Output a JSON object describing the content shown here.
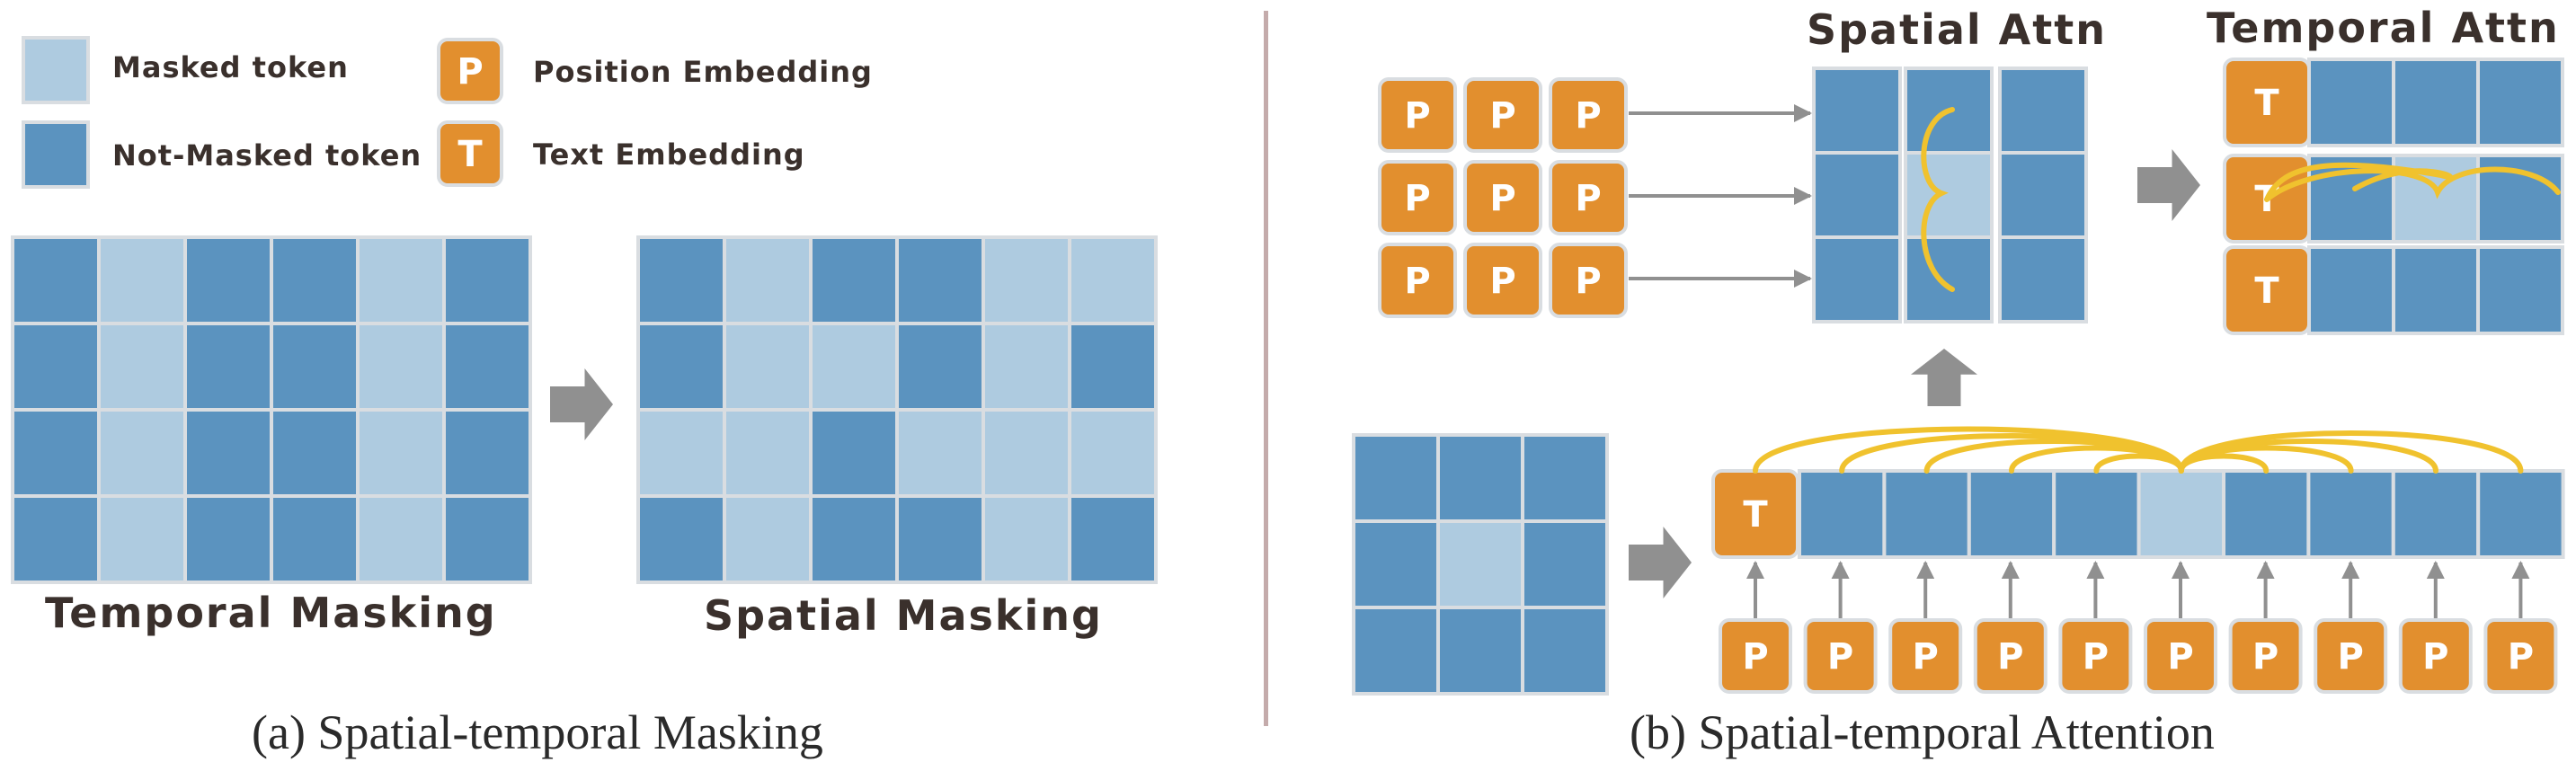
{
  "colors": {
    "masked": "#aecbe0",
    "not_masked": "#5b93bf",
    "embedding": "#e28f2e",
    "attention_arc": "#f0c22e",
    "arrow": "#909090",
    "divider": "#c4abab"
  },
  "legend": {
    "masked_token": "Masked token",
    "not_masked_token": "Not-Masked token",
    "position_embedding": "Position Embedding",
    "text_embedding": "Text Embedding",
    "position_symbol": "P",
    "text_symbol": "T"
  },
  "panel_a": {
    "temporal_masking_title": "Temporal Masking",
    "spatial_masking_title": "Spatial Masking",
    "temporal_grid": [
      [
        0,
        1,
        0,
        0,
        1,
        0
      ],
      [
        0,
        1,
        0,
        0,
        1,
        0
      ],
      [
        0,
        1,
        0,
        0,
        1,
        0
      ],
      [
        0,
        1,
        0,
        0,
        1,
        0
      ]
    ],
    "spatial_grid": [
      [
        0,
        1,
        0,
        0,
        1,
        1
      ],
      [
        0,
        1,
        1,
        0,
        1,
        0
      ],
      [
        1,
        1,
        0,
        1,
        1,
        1
      ],
      [
        0,
        1,
        0,
        0,
        1,
        0
      ]
    ],
    "caption": "(a) Spatial-temporal Masking"
  },
  "panel_b": {
    "spatial_attn_title": "Spatial Attn",
    "temporal_attn_title": "Temporal Attn",
    "input_grid": [
      [
        0,
        0,
        0
      ],
      [
        0,
        1,
        0
      ],
      [
        0,
        0,
        0
      ]
    ],
    "sequence": [
      0,
      0,
      0,
      0,
      1,
      0,
      0,
      0,
      0
    ],
    "spatial_attn_grid": [
      [
        0,
        0,
        0
      ],
      [
        0,
        1,
        0
      ],
      [
        0,
        0,
        0
      ]
    ],
    "temporal_attn_grid": [
      [
        0,
        0,
        0
      ],
      [
        0,
        1,
        0
      ],
      [
        0,
        0,
        0
      ]
    ],
    "caption": "(b) Spatial-temporal Attention"
  }
}
